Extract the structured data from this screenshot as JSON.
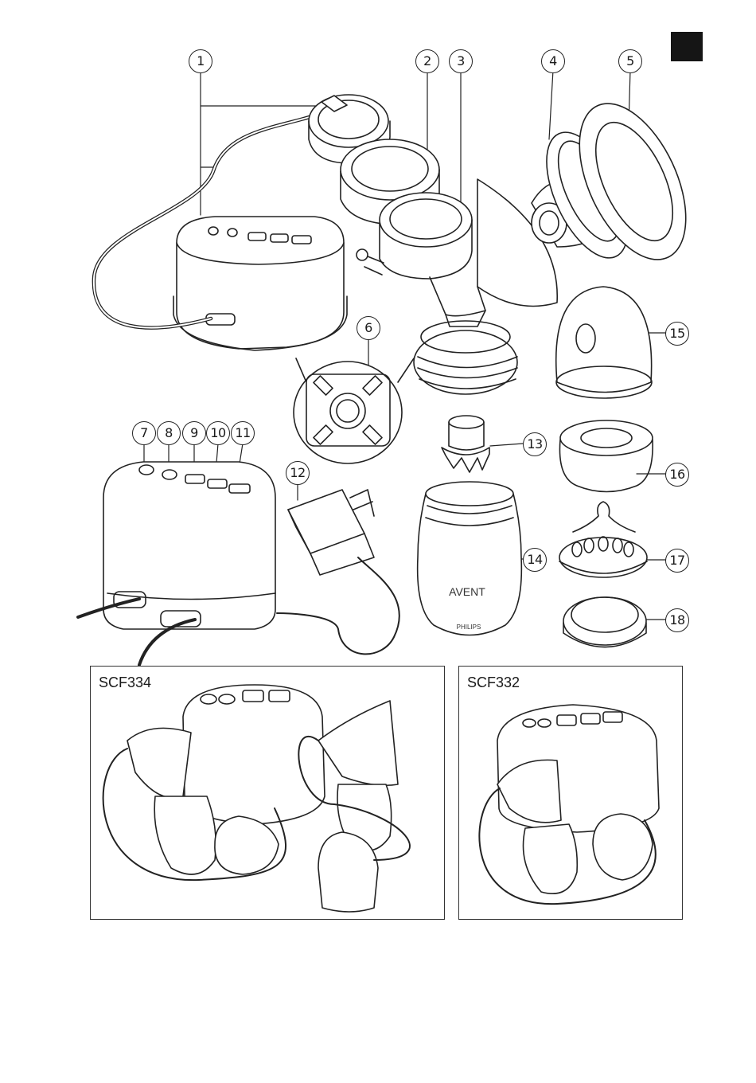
{
  "callouts": {
    "c1": "1",
    "c2": "2",
    "c3": "3",
    "c4": "4",
    "c5": "5",
    "c6": "6",
    "c7": "7",
    "c8": "8",
    "c9": "9",
    "c10": "10",
    "c11": "11",
    "c12": "12",
    "c13": "13",
    "c14": "14",
    "c15": "15",
    "c16": "16",
    "c17": "17",
    "c18": "18"
  },
  "panels": {
    "left_label": "SCF334",
    "right_label": "SCF332"
  },
  "bottle": {
    "brand": "AVENT",
    "maker": "PHILIPS"
  },
  "colors": {
    "line": "#222222",
    "corner_block": "#151515"
  }
}
